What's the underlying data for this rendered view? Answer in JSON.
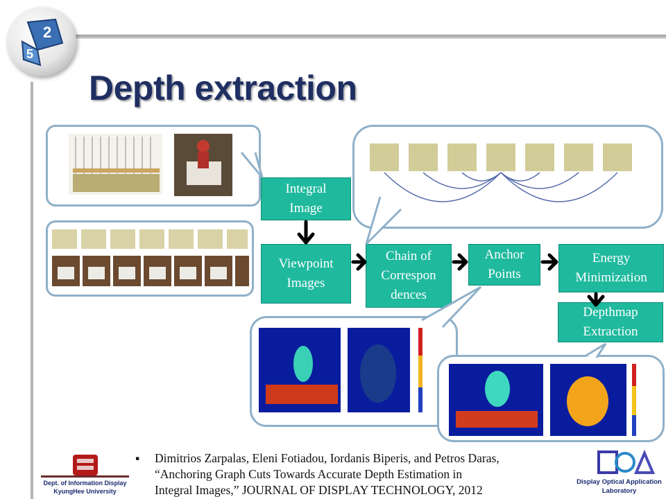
{
  "slide": {
    "title": "Depth extraction"
  },
  "flow": {
    "integral_image": [
      "Integral",
      "Image"
    ],
    "viewpoint_images": [
      "Viewpoint",
      "Images"
    ],
    "chain_of_correspondences": [
      "Chain of",
      "Correspon",
      "dences"
    ],
    "anchor_points": [
      "Anchor",
      "Points"
    ],
    "energy_minimization": [
      "Energy",
      "Minimization"
    ],
    "depthmap_extraction": [
      "Depthmap",
      "Extraction"
    ]
  },
  "colors": {
    "box_fill": "#1fb99e",
    "title": "#1f2f62",
    "bubble_border": "#8fb0c9",
    "arrow": "#000000"
  },
  "citation": {
    "bullet": "▪",
    "text": "Dimitrios Zarpalas, Eleni Fotiadou, Iordanis Biperis, and Petros Daras,\n“Anchoring Graph Cuts Towards Accurate Depth Estimation in\nIntegral Images,” JOURNAL OF DISPLAY TECHNOLOGY, 2012"
  },
  "footer": {
    "dept_name": "Dept. of Information Display",
    "university": "KyungHee University",
    "lab_name": "Display Optical Application",
    "lab_sub": "Laboratory"
  },
  "icons": {
    "corner_logo": "cube-logo-icon",
    "dept_logo": "dept-seal-icon",
    "lab_logo": "doa-lab-icon"
  }
}
